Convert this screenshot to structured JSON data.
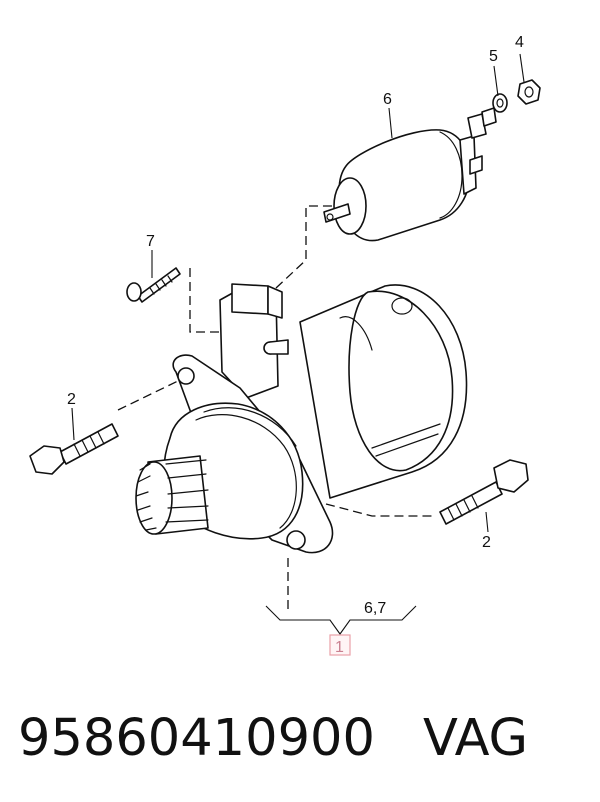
{
  "callouts": {
    "c1": "1",
    "c2a": "2",
    "c2b": "2",
    "c4": "4",
    "c5": "5",
    "c6": "6",
    "c7": "7",
    "c67": "6,7"
  },
  "footer": {
    "part_number": "95860410900",
    "brand": "VAG"
  },
  "colors": {
    "highlight_box": "#e8a0a8",
    "line": "#111111"
  }
}
